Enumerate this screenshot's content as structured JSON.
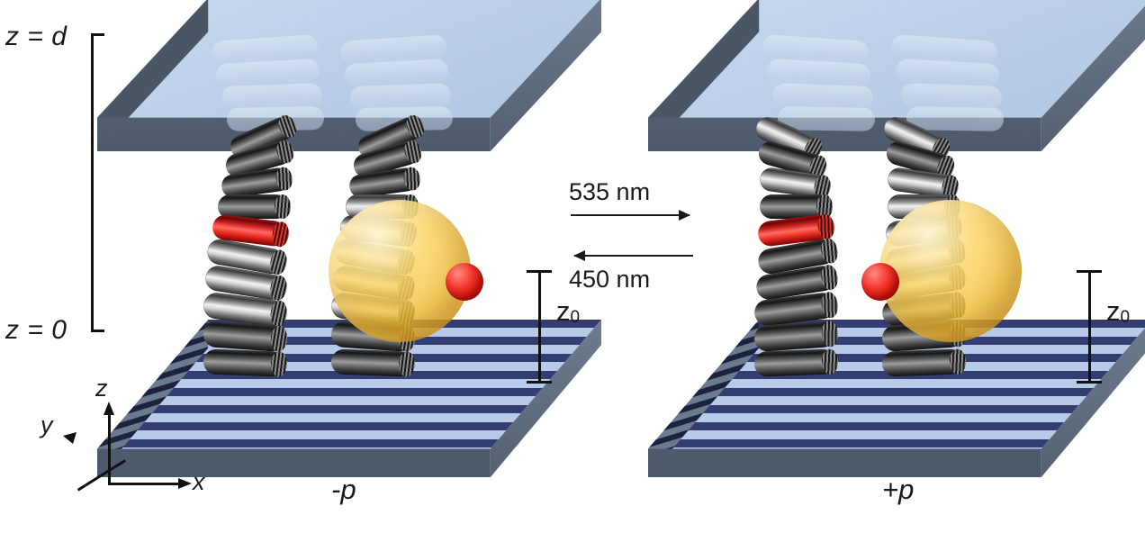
{
  "figure": {
    "title": "DNA origami plasmonic switch between grating substrate and glass slab",
    "background_color": "#ffffff"
  },
  "labels": {
    "z_top": "z = d",
    "z_bottom": "z = 0",
    "z0_left": "z",
    "z0_left_sub": "0",
    "z0_right": "z",
    "z0_right_sub": "0",
    "axis_x": "x",
    "axis_y": "y",
    "axis_z": "z",
    "panel_left": "-p",
    "panel_right": "+p"
  },
  "transitions": {
    "forward_wavelength": "535 nm",
    "backward_wavelength": "450 nm",
    "forward_direction": "right",
    "backward_direction": "left"
  },
  "colors": {
    "glass_slab_top": "#b3c9e4",
    "glass_slab_edge": "#4e5a6c",
    "grating_dark_stripe": "#343d72",
    "grating_light_stripe": "#b7cbe9",
    "grating_edge": "#4b576a",
    "gold_particle": "#f3c13a",
    "red_bead": "#f5372c",
    "red_cylinder": "#d02626",
    "helix_cylinder": "#8e8e8e",
    "text": "#1a1a1a"
  },
  "panels": [
    {
      "id": "left",
      "label": "-p",
      "chirality": "left-handed",
      "red_bead_side": "right",
      "red_cylinder_index": 4
    },
    {
      "id": "right",
      "label": "+p",
      "chirality": "right-handed",
      "red_bead_side": "left",
      "red_cylinder_index": 4
    }
  ],
  "scene": {
    "helix_cylinder_count": 9,
    "ghost_cylinder_rows": 4,
    "grating_stripe_pairs": 9
  }
}
